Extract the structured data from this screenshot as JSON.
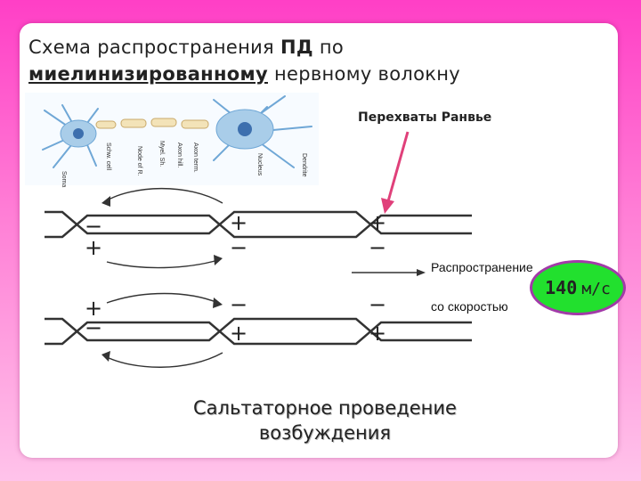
{
  "title": {
    "line1_prefix": "Схема распространения ",
    "line1_bold": "ПД",
    "line1_suffix": " по",
    "line2_underlined": "миелинизированному",
    "line2_suffix": " нервному волокну"
  },
  "ranvier_label": "Перехваты Ранвье",
  "propagation_line1": "Распространение",
  "propagation_line2": "со скоростью",
  "speed": {
    "value": "140",
    "unit": "м/с"
  },
  "caption": {
    "line1": "Сальтаторное проведение",
    "line2": "возбуждения"
  },
  "neuron_labels": [
    "Myel. Sh.",
    "Axon hill.",
    "Axon term.",
    "Nucleus",
    "Dendrite",
    "Soma",
    "Node of R.",
    "Schw. cell"
  ],
  "charges": {
    "top_upper": [
      "−",
      "+",
      "+"
    ],
    "top_lower": [
      "+",
      "−",
      "−"
    ],
    "bottom_upper": [
      "+",
      "−",
      "−"
    ],
    "bottom_lower": [
      "−",
      "+",
      "+"
    ]
  },
  "colors": {
    "background": "#ff3fc6",
    "bubble_fill": "#22e02e",
    "bubble_border": "#a23aa8",
    "arrow": "#e0407a"
  }
}
